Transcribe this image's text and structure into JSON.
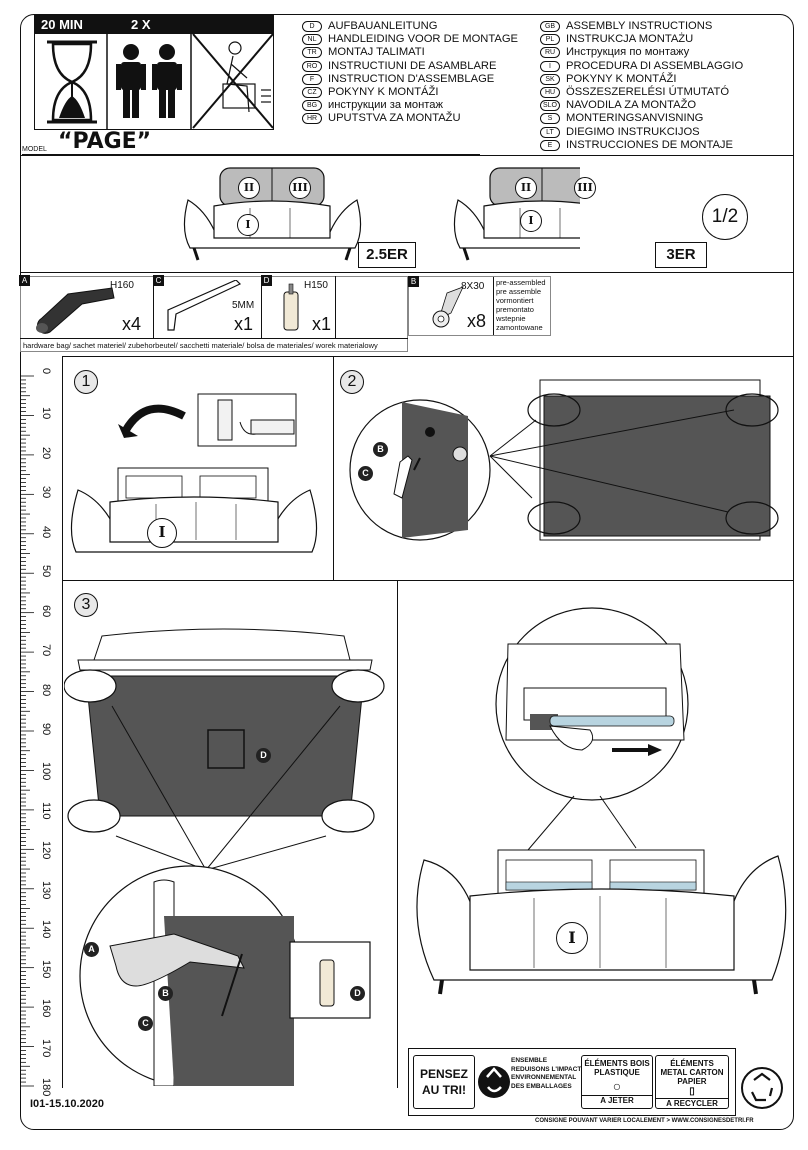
{
  "header": {
    "time": "20 MIN",
    "persons": "2 X",
    "model_label": "MODEL",
    "model_name": "“PAGE”"
  },
  "languages": [
    {
      "code": "D",
      "text": "AUFBAUANLEITUNG"
    },
    {
      "code": "NL",
      "text": "HANDLEIDING VOOR DE MONTAGE"
    },
    {
      "code": "TR",
      "text": "MONTAJ TALIMATI"
    },
    {
      "code": "RO",
      "text": "INSTRUCTIUNI DE ASAMBLARE"
    },
    {
      "code": "F",
      "text": "INSTRUCTION D'ASSEMBLAGE"
    },
    {
      "code": "CZ",
      "text": "POKYNY K MONTÁŽI"
    },
    {
      "code": "BG",
      "text": "инструкции за монтаж"
    },
    {
      "code": "HR",
      "text": "UPUTSTVA ZA MONTAŽU"
    },
    {
      "code": "GB",
      "text": "ASSEMBLY INSTRUCTIONS"
    },
    {
      "code": "PL",
      "text": "INSTRUKCJA MONTAŻU"
    },
    {
      "code": "RU",
      "text": "Инструкция по монтажу"
    },
    {
      "code": "I",
      "text": "PROCEDURA DI ASSEMBLAGGIO"
    },
    {
      "code": "SK",
      "text": "POKYNY K MONTÁŽI"
    },
    {
      "code": "HU",
      "text": "ÖSSZESZERELÉSI ÚTMUTATÓ"
    },
    {
      "code": "SLO",
      "text": "NAVODILA ZA MONTAŽO"
    },
    {
      "code": "S",
      "text": "MONTERINGSANVISNING"
    },
    {
      "code": "LT",
      "text": "DIEGIMO INSTRUKCIJOS"
    },
    {
      "code": "E",
      "text": "INSTRUCCIONES DE MONTAJE"
    }
  ],
  "overview": {
    "variant_a": "2.5ER",
    "variant_b": "3ER",
    "page": "1/2",
    "part_i": "I",
    "part_ii": "II",
    "part_iii": "III"
  },
  "hardware": [
    {
      "tag": "A",
      "size": "H160",
      "qty": "x4",
      "icon": "sofa-leg-icon"
    },
    {
      "tag": "C",
      "size": "5MM",
      "qty": "x1",
      "icon": "allen-key-icon"
    },
    {
      "tag": "D",
      "size": "H150",
      "qty": "x1",
      "icon": "center-leg-icon"
    },
    {
      "tag": "B",
      "size": "8X30",
      "qty": "x8",
      "icon": "bolt-icon"
    }
  ],
  "hardware_bag": "hardware bag/ sachet materiel/ zubehorbeutel/ sacchetti materiale/ bolsa de materiales/ worek materialowy",
  "preassembled": [
    "pre-assembled",
    "pre assemble",
    "vormontiert",
    "premontato",
    "wstepnie",
    "zamontowane"
  ],
  "ruler": [
    "0",
    "10",
    "20",
    "30",
    "40",
    "50",
    "60",
    "70",
    "80",
    "90",
    "100",
    "110",
    "120",
    "130",
    "140",
    "150",
    "160",
    "170",
    "180"
  ],
  "steps": {
    "s1": "1",
    "s2": "2",
    "s3": "3",
    "callout_a": "A",
    "callout_b": "B",
    "callout_c": "C",
    "callout_d": "D"
  },
  "footer": {
    "date": "I01-15.10.2020",
    "pensez": "PENSEZ",
    "au_tri": "AU TRI!",
    "ensemble": [
      "ENSEMBLE",
      "REDUISONS L'IMPACT",
      "ENVIRONNEMENTAL",
      "DES EMBALLAGES"
    ],
    "bois_title": "ÉLÉMENTS BOIS",
    "bois_sub": "PLASTIQUE",
    "bois_action": "A JETER",
    "metal_title": "ÉLÉMENTS",
    "metal_sub": "METAL CARTON",
    "metal_sub2": "PAPIER",
    "metal_action": "A RECYCLER",
    "consigne": "CONSIGNE POUVANT VARIER LOCALEMENT > WWW.CONSIGNESDETRI.FR"
  }
}
